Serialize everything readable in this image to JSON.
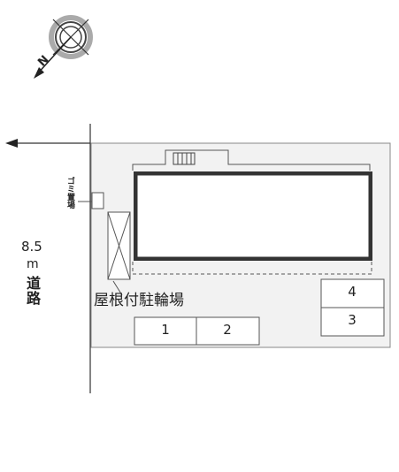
{
  "compass": {
    "icon": "north-compass-icon",
    "north_label": "N"
  },
  "road": {
    "width": "8.5",
    "unit": "m",
    "name": "道路"
  },
  "labels": {
    "garbage": "ゴミ置場",
    "bike_parking": "屋根付駐輪場"
  },
  "parking": [
    {
      "label": "1"
    },
    {
      "label": "2"
    },
    {
      "label": "4"
    },
    {
      "label": "3"
    }
  ],
  "colors": {
    "lot": "#f2f2f2",
    "building_outline": "#333333",
    "line": "#555555"
  }
}
